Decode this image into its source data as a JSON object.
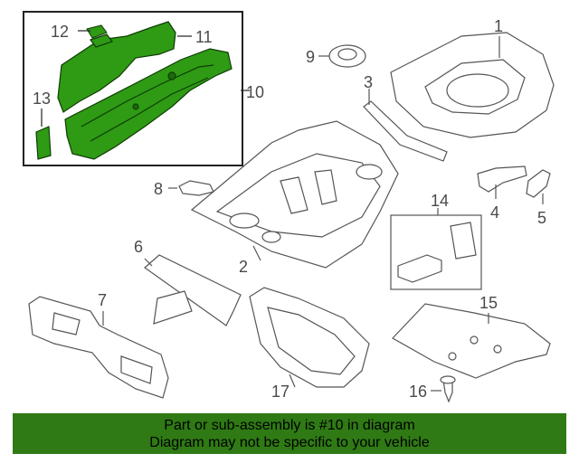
{
  "diagram": {
    "highlight_color": "#2f9a14",
    "part_line_color": "#555555",
    "callouts": {
      "c1": "1",
      "c2": "2",
      "c3": "3",
      "c4": "4",
      "c5": "5",
      "c6": "6",
      "c7": "7",
      "c8": "8",
      "c9": "9",
      "c10": "10",
      "c11": "11",
      "c12": "12",
      "c13": "13",
      "c14": "14",
      "c15": "15",
      "c16": "16",
      "c17": "17"
    }
  },
  "footer": {
    "background": "#2f7a14",
    "line1": "Part or sub-assembly is #10 in diagram",
    "line2": "Diagram may not be specific to your vehicle"
  }
}
